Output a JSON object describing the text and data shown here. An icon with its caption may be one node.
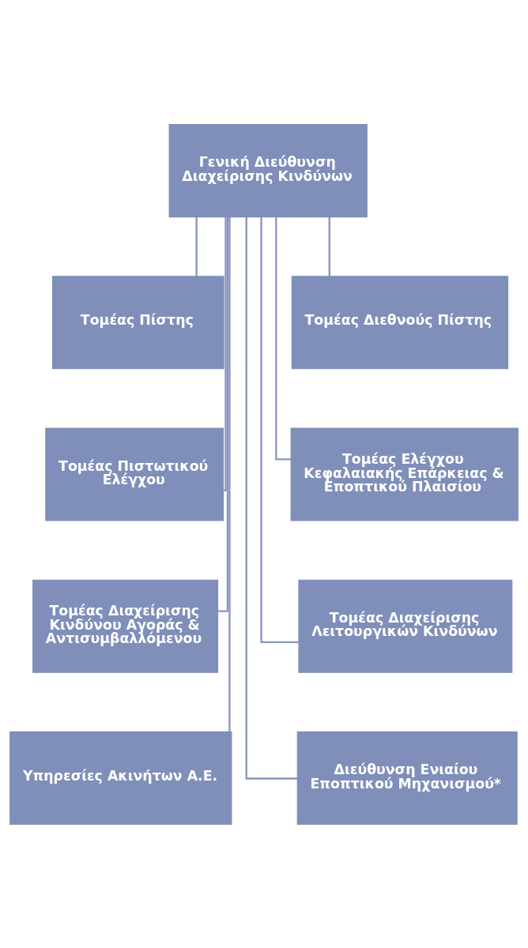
{
  "diagram": {
    "nodes": [
      {
        "text": [
          "Γενική Διεύθυνση Διαχείρισης Κινδύνων"
        ]
      },
      {
        "text": [
          "Τομέας Πίστης"
        ]
      },
      {
        "text": [
          "Τομέας Διεθνούς Πίστης"
        ]
      },
      {
        "text": [
          "Τομέας Πιστωτικού Ελέγχου"
        ]
      },
      {
        "text": [
          "Τομέας Ελέγχου Κεφαλαιακής Επάρκειας & Εποπτικού Πλαισίου"
        ]
      },
      {
        "text": [
          "Τομέας Διαχείρισης Κινδύνου Αγοράς & Αντισυμβαλλόμενου"
        ]
      },
      {
        "text": [
          "Τομέας Διαχείρισης Λειτουργικών Κινδύνων"
        ]
      },
      {
        "text": [
          "Υπηρεσίες Ακινήτων Α.Ε."
        ]
      },
      {
        "text": [
          "Διεύθυνση Ενιαίου Εποπτικού Μηχανισμού*"
        ]
      }
    ],
    "edges": [
      {
        "from": 0,
        "to": 1,
        "arrow": "none"
      },
      {
        "from": 0,
        "to": 2,
        "arrow": "none"
      },
      {
        "from": 0,
        "to": 3,
        "arrow": "none"
      },
      {
        "from": 0,
        "to": 4,
        "arrow": "none"
      },
      {
        "from": 0,
        "to": 5,
        "arrow": "none"
      },
      {
        "from": 0,
        "to": 6,
        "arrow": "none"
      },
      {
        "from": 0,
        "to": 7,
        "arrow": "none"
      },
      {
        "from": 0,
        "to": 8,
        "arrow": "none"
      }
    ]
  }
}
